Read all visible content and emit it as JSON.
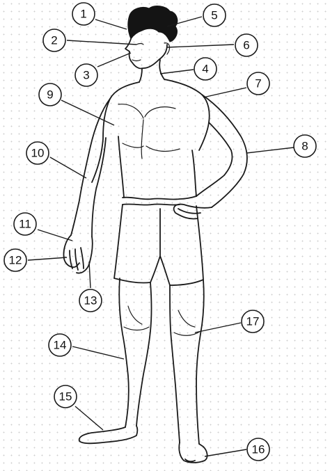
{
  "callouts": [
    {
      "id": "1",
      "label": "1"
    },
    {
      "id": "2",
      "label": "2"
    },
    {
      "id": "3",
      "label": "3"
    },
    {
      "id": "4",
      "label": "4"
    },
    {
      "id": "5",
      "label": "5"
    },
    {
      "id": "6",
      "label": "6"
    },
    {
      "id": "7",
      "label": "7"
    },
    {
      "id": "8",
      "label": "8"
    },
    {
      "id": "9",
      "label": "9"
    },
    {
      "id": "10",
      "label": "10"
    },
    {
      "id": "11",
      "label": "11"
    },
    {
      "id": "12",
      "label": "12"
    },
    {
      "id": "13",
      "label": "13"
    },
    {
      "id": "14",
      "label": "14"
    },
    {
      "id": "15",
      "label": "15"
    },
    {
      "id": "16",
      "label": "16"
    },
    {
      "id": "17",
      "label": "17"
    }
  ],
  "colors": {
    "ink": "#1a1a1a",
    "background": "#ffffff",
    "dot_grid": "#cfcfcf"
  }
}
